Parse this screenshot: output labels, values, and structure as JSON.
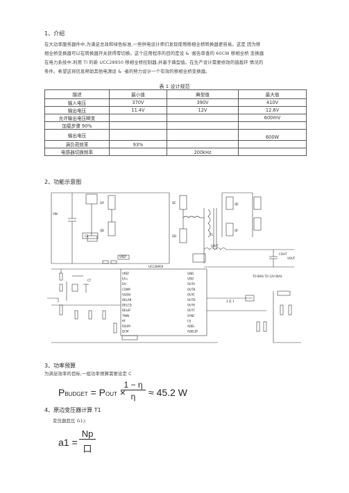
{
  "section1": {
    "heading": "1、介绍",
    "paragraph": [
      "在大功率服务器件中,为满足总效和绿色标准,一些供电设计师们发现使用移相全桥转换器更容易。这是 因为移",
      "相全桥变换器可以在转换器开关获得零切换。这个应用程序的目的是设 & ·报告审查的 60CW 移相全桥 变换器",
      "在电力系统中,利用 TI 的新 UCC28950 移相全桥控制器,并基于典型值。在生产设计需要修改的值裁环 情况的",
      "条件。希望这将信息帮助其他电源设 & ·者的努力设计一个有效的移相全桥变换器。"
    ]
  },
  "table": {
    "caption": "表 1 设计规范",
    "headers": [
      "描述",
      "最小值",
      "典型值",
      "最大值"
    ],
    "rows": [
      [
        "输入电压",
        "370V",
        "390V",
        "410V"
      ],
      [
        "输出电压",
        "11.4V",
        "12V",
        "12.6V"
      ],
      [
        "允许输出电压瞬变",
        "",
        "",
        "600mV"
      ],
      [
        "加载步骤 90%",
        "",
        "",
        ""
      ],
      [
        "输出电压",
        "",
        "",
        "600W"
      ],
      [
        "满负荷效率",
        "93%",
        "",
        ""
      ],
      [
        "电感器切换频率",
        "",
        "200kHz",
        ""
      ]
    ]
  },
  "section2": {
    "heading": "2、功能示意图",
    "labels": {
      "ic": "UCC28950",
      "vref": "VREF",
      "vin": "VIN",
      "vout": "VOUT",
      "left_pins": [
        "VREF",
        "EA+",
        "EA-",
        "COMP",
        "SS/EN",
        "DELAB",
        "DELCD",
        "DELEF",
        "TMIN",
        "RT",
        "RSUM",
        "DCM"
      ],
      "right_pins": [
        "GND",
        "VDD",
        "OUTA",
        "OUTB",
        "OUTC",
        "OUTD",
        "OUTE",
        "OUTF",
        "SYNC",
        "CS",
        "ADEL",
        "ADELEF"
      ],
      "qa": "QA",
      "qb": "QB",
      "qc": "QC",
      "qd": "QD",
      "qe": "QE",
      "qf": "QF",
      "t1": "T1",
      "cout": "COUT",
      "lout": "LOUT",
      "cs": "CS",
      "ct": "CT",
      "bias": "TO BIAS\nTO 12V BIAS",
      "note": "3 匹 1"
    }
  },
  "section3": {
    "heading": "3、功率预算",
    "paragraph": "为满足效率的目标,一组功率预算需要设定 C"
  },
  "formula1": {
    "lhs_sub": "BUDGET",
    "rhs_sub": "OUT",
    "num": "1 − η",
    "den": "η",
    "result": "≈ 45.2 W"
  },
  "section4": {
    "heading": "4、原边变压器计算 T1",
    "sub": "变压器匝比 G1):"
  },
  "formula2": {
    "lhs": "a1 =",
    "num": "Np",
    "den": "口"
  }
}
